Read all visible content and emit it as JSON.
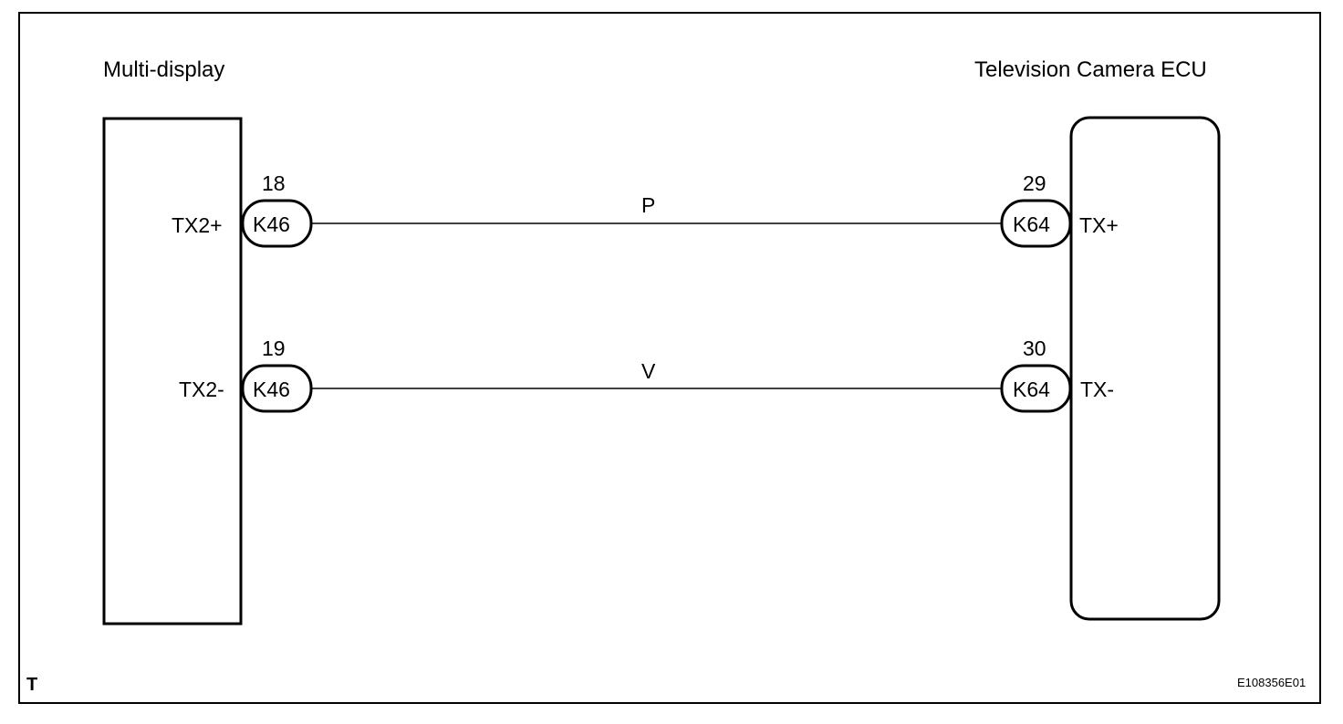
{
  "components": {
    "left": {
      "name": "Multi-display"
    },
    "right": {
      "name": "Television Camera ECU"
    }
  },
  "circuits": [
    {
      "left_terminal": "TX2+",
      "left_pin": "18",
      "left_connector": "K46",
      "wire_color": "P",
      "right_pin": "29",
      "right_connector": "K64",
      "right_terminal": "TX+"
    },
    {
      "left_terminal": "TX2-",
      "left_pin": "19",
      "left_connector": "K46",
      "wire_color": "V",
      "right_pin": "30",
      "right_connector": "K64",
      "right_terminal": "TX-"
    }
  ],
  "footer": {
    "corner_mark": "T",
    "reference_code": "E108356E01"
  }
}
